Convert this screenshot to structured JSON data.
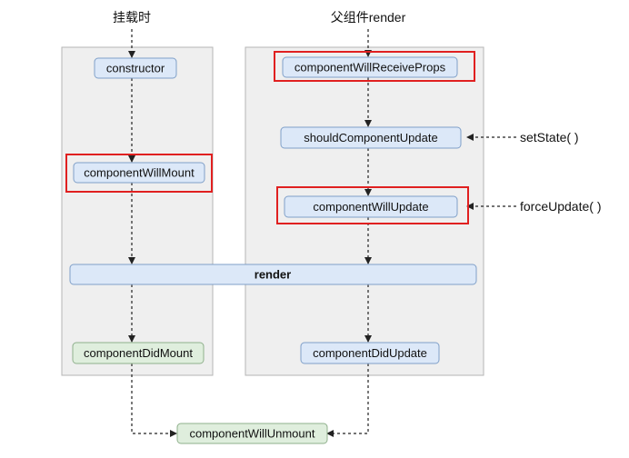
{
  "labels": {
    "mount_phase": "挂载时",
    "parent_render": "父组件render",
    "set_state": "setState( )",
    "force_update": "forceUpdate( )"
  },
  "nodes": {
    "constructor": "constructor",
    "component_will_mount": "componentWillMount",
    "component_will_receive_props": "componentWillReceiveProps",
    "should_component_update": "shouldComponentUpdate",
    "component_will_update": "componentWillUpdate",
    "render": "render",
    "component_did_mount": "componentDidMount",
    "component_did_update": "componentDidUpdate",
    "component_will_unmount": "componentWillUnmount"
  },
  "colors": {
    "panel_fill": "#efefef",
    "panel_border": "#b5b5b5",
    "blue_node_fill": "#dce8f8",
    "blue_node_border": "#7f9fc8",
    "green_node_fill": "#dfeedd",
    "green_node_border": "#8fb08c",
    "highlight_border": "#e02020",
    "arrow": "#222222"
  }
}
